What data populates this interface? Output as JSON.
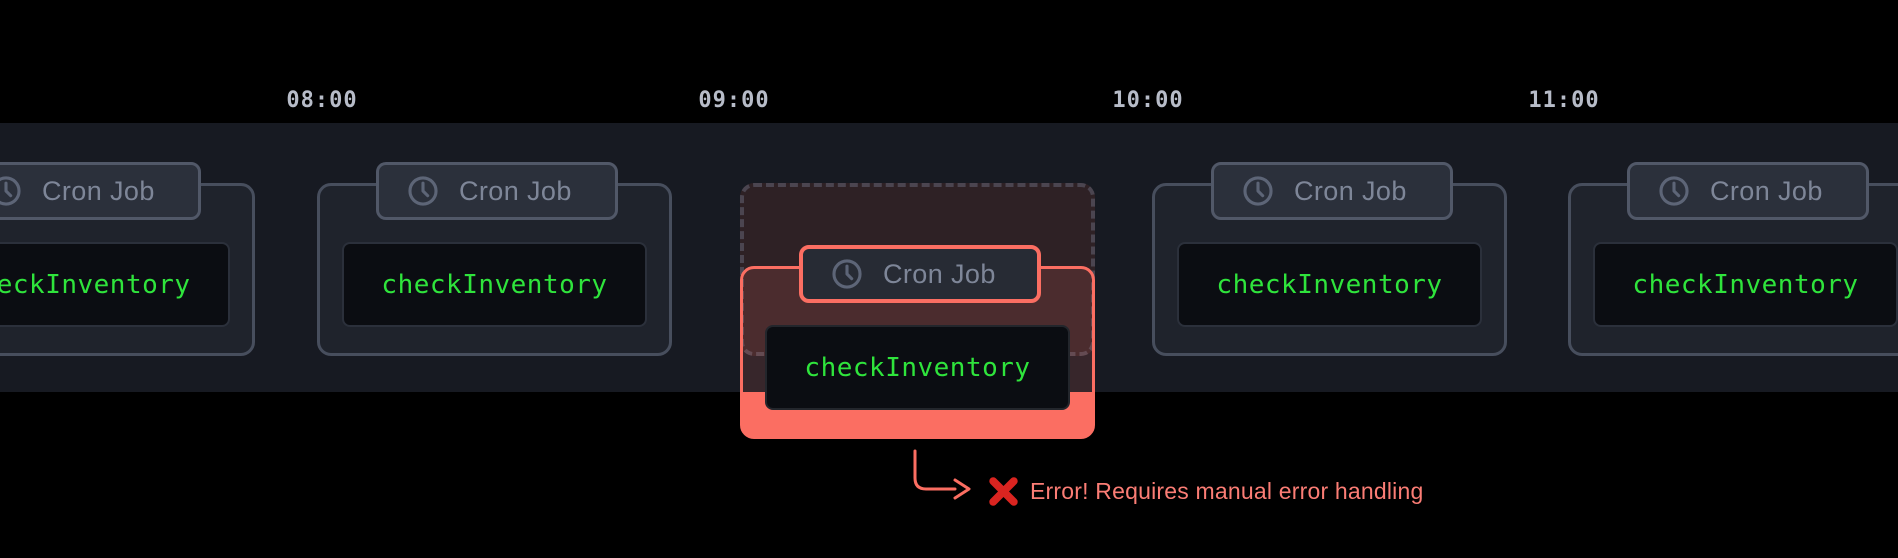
{
  "timeline": {
    "time_labels": [
      "08:00",
      "09:00",
      "10:00",
      "11:00"
    ],
    "cards": [
      {
        "badge_label": "Cron Job",
        "code_label": "checkInventory",
        "state": "normal"
      },
      {
        "badge_label": "Cron Job",
        "code_label": "checkInventory",
        "state": "normal"
      },
      {
        "badge_label": "Cron Job",
        "code_label": "checkInventory",
        "state": "error"
      },
      {
        "badge_label": "Cron Job",
        "code_label": "checkInventory",
        "state": "normal"
      },
      {
        "badge_label": "Cron Job",
        "code_label": "checkInventory",
        "state": "normal"
      }
    ]
  },
  "error_annotation": {
    "icon": "cross-mark",
    "message": "Error! Requires manual error handling"
  },
  "colors": {
    "band-bg": "#171a22",
    "card-border": "#474e5d",
    "badge-text": "#7e8698",
    "code-green": "#2fe43c",
    "time-text": "#b7bcc8",
    "accent": "#fb6e62",
    "accent-text": "#fb7d75",
    "cross-red": "#da2420"
  }
}
